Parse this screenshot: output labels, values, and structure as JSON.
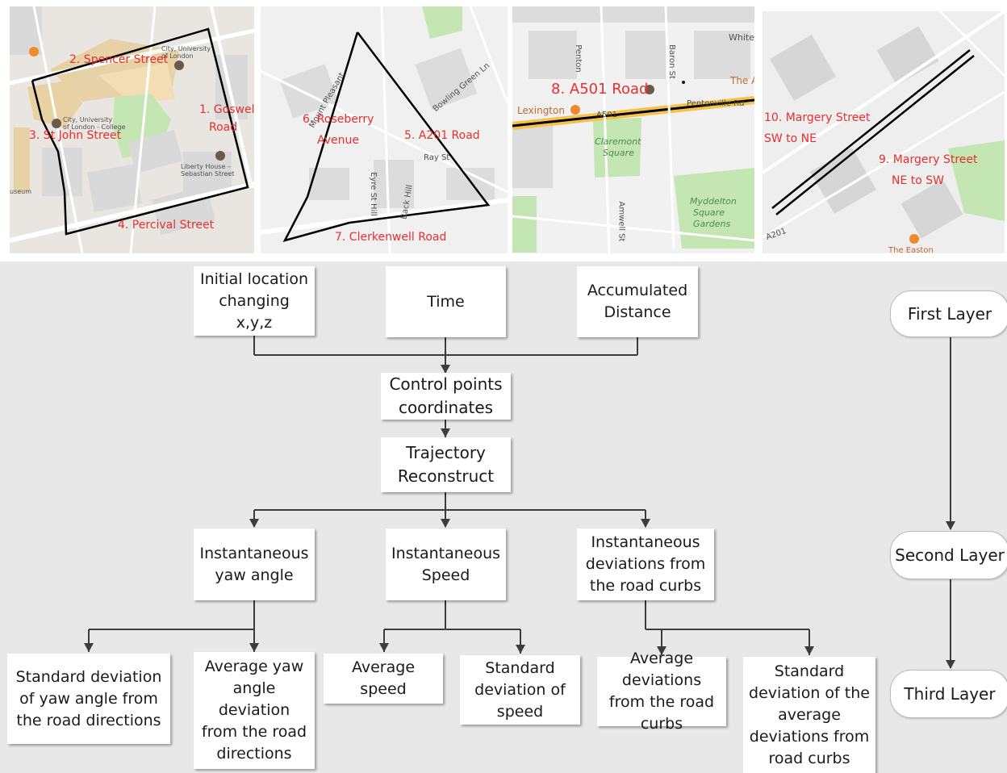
{
  "maps": [
    {
      "name": "map-1",
      "labels": [
        "2. Spencer Street",
        "1. Goswell",
        "Road",
        "3. St John Street",
        "4. Percival Street"
      ],
      "pois": [
        "City, University",
        "of London",
        "City, University",
        "of London - College",
        "Liberty House –",
        "Sebastian Street",
        "useum"
      ]
    },
    {
      "name": "map-2",
      "labels": [
        "6. Roseberry",
        "Avenue",
        "5. A201 Road",
        "7. Clerkenwell Road"
      ],
      "pois": [
        "Mount Pleasant",
        "Bowling Green Ln",
        "Ray St",
        "Eyre St Hill",
        "Back Hill"
      ]
    },
    {
      "name": "map-3",
      "labels": [
        "8. A501 Road"
      ],
      "pois": [
        "Lexington",
        "A501",
        "Pentonville Rd",
        "Claremont",
        "Square",
        "Myddelton",
        "Square",
        "Gardens",
        "Amwell St",
        "Penton",
        "Baron St",
        "White",
        "The A"
      ]
    },
    {
      "name": "map-4",
      "labels": [
        "10. Margery Street",
        "SW to NE",
        "9. Margery Street",
        "NE to SW"
      ],
      "pois": [
        "A201",
        "The Easton"
      ]
    }
  ],
  "flowchart": {
    "inputs": [
      "Initial location changing x,y,z",
      "Time",
      "Accumulated Distance"
    ],
    "control_points": "Control points coordinates",
    "trajectory": "Trajectory Reconstruct",
    "instantaneous": [
      "Instantaneous yaw angle",
      "Instantaneous Speed",
      "Instantaneous deviations from the road curbs"
    ],
    "outputs": [
      "Standard deviation of yaw angle from the road directions",
      "Average yaw angle deviation from the road directions",
      "Average speed",
      "Standard deviation of speed",
      "Average deviations from the road curbs",
      "Standard deviation of the average deviations from road curbs"
    ],
    "layers": [
      "First Layer",
      "Second Layer",
      "Third Layer"
    ]
  },
  "colors": {
    "map_background": "#e9e6e1",
    "map_block": "#d6d6d6",
    "park": "#c3e6b3",
    "label_red": "#e5302f",
    "route_line": "#000000",
    "highlight_road": "#f7c24a",
    "flow_background": "#e8e8e8",
    "arrow": "#3c3c3c"
  }
}
